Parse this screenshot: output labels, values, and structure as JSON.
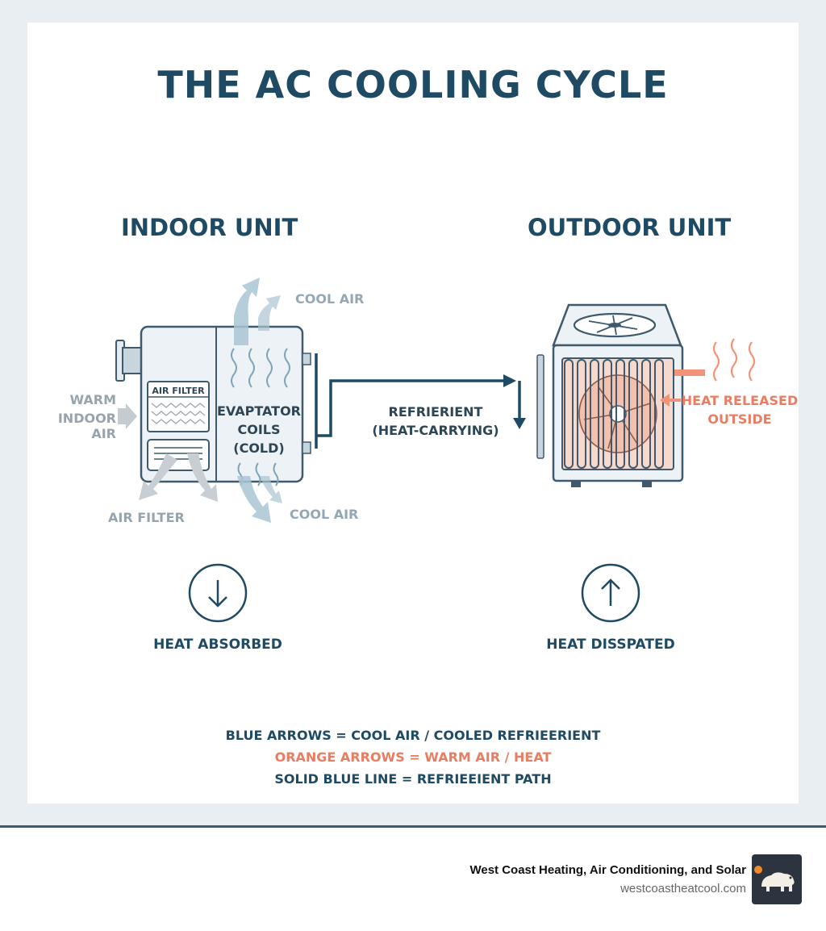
{
  "title": "THE AC COOLING CYCLE",
  "indoor": {
    "heading": "INDOOR UNIT",
    "cool_air_top": "COOL AIR",
    "cool_air_bottom": "COOL AIR",
    "warm_air_line1": "WARM",
    "warm_air_line2": "INDOOR AIR",
    "filter_label_box": "AIR FILTER",
    "filter_label": "AIR FILTER",
    "evap_line1": "EVAPTATOR",
    "evap_line2": "COILS",
    "evap_line3": "(COLD)",
    "status": "HEAT ABSORBED"
  },
  "refrigerant": {
    "line1": "REFRIERIENT",
    "line2": "(HEAT-CARRYING)"
  },
  "outdoor": {
    "heading": "OUTDOOR UNIT",
    "heat_line1": "HEAT RELEASED",
    "heat_line2": "OUTSIDE",
    "status": "HEAT DISSPATED"
  },
  "legend": {
    "blue": "BLUE ARROWS = COOL AIR / COOLED REFRIEERIENT",
    "orange": "ORANGE ARROWS = WARM AIR / HEAT",
    "line": "SOLID BLUE LINE = REFRIEEIENT PATH"
  },
  "footer": {
    "company": "West Coast Heating, Air Conditioning, and Solar",
    "website": "westcoastheatcool.com"
  },
  "colors": {
    "primary": "#1e4a63",
    "accent_orange": "#e97d62",
    "cool_blue": "#9fbccb",
    "gray": "#98a4ac"
  },
  "icons": {
    "down": "arrow-down-circle-icon",
    "up": "arrow-up-circle-icon",
    "fan": "fan-icon",
    "heat": "heat-waves-icon",
    "logo": "bear-logo-icon"
  }
}
